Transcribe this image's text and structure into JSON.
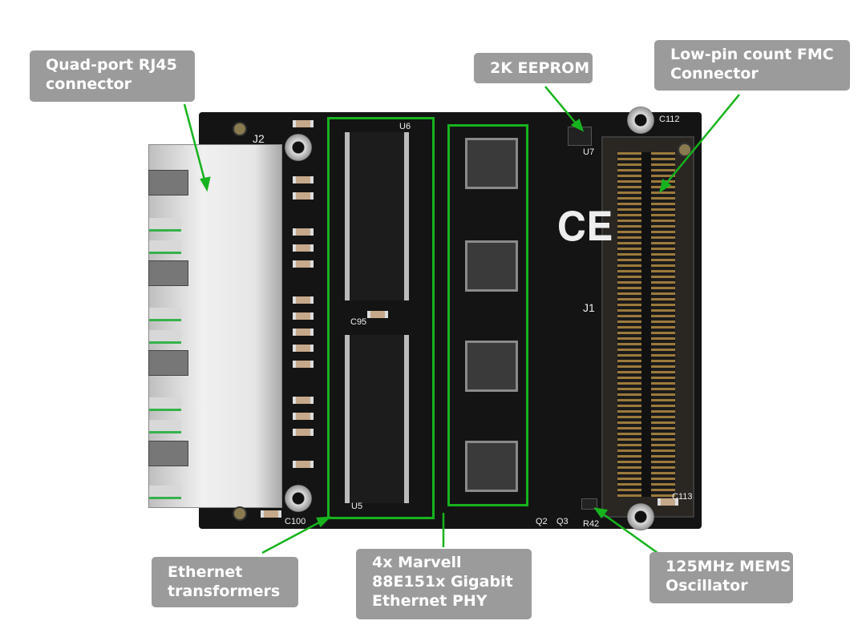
{
  "callouts": {
    "rj45": "Quad-port RJ45\nconnector",
    "rj45_l1": "Quad-port RJ45",
    "rj45_l2": "connector",
    "eeprom": "2K EEPROM",
    "fmc_l1": "Low-pin count FMC",
    "fmc_l2": "Connector",
    "transformers_l1": "Ethernet",
    "transformers_l2": "transformers",
    "phy_l1": "4x Marvell",
    "phy_l2": "88E151x Gigabit",
    "phy_l3": "Ethernet PHY",
    "osc_l1": "125MHz MEMS",
    "osc_l2": "Oscillator"
  },
  "silkscreen": {
    "j1": "J1",
    "j2": "J2",
    "u5": "U5",
    "u6": "U6",
    "u7": "U7",
    "c95": "C95",
    "c100": "C100",
    "c112": "C112",
    "c113": "C113",
    "q2": "Q2",
    "q3": "Q3",
    "r42": "R42"
  },
  "colors": {
    "callout_bg": "#9b9b9b",
    "leader_line": "#17b31e",
    "board": "#141414"
  }
}
